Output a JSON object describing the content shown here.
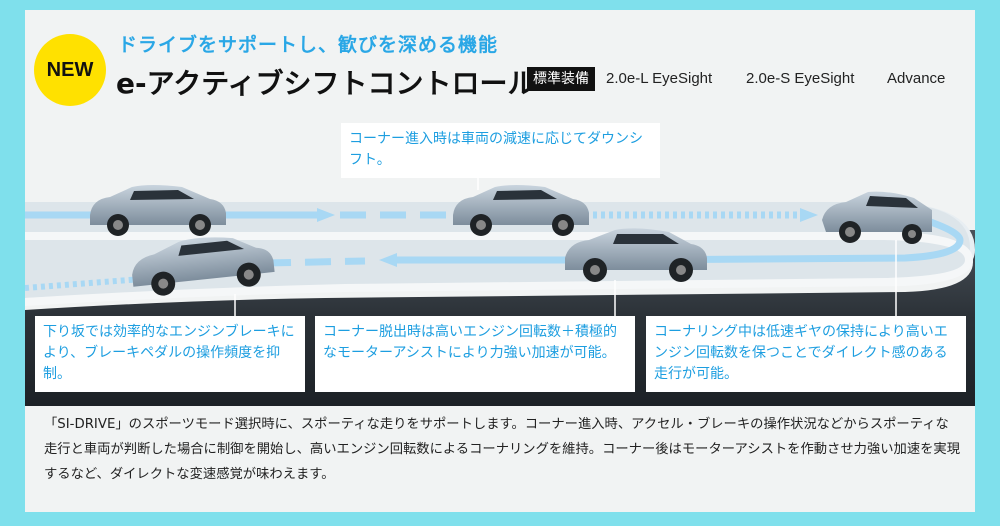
{
  "header": {
    "badge": "NEW",
    "subtitle": "ドライブをサポートし、歓びを深める機能",
    "title": "e-アクティブシフトコントロール",
    "standard_tag": "標準装備",
    "grades": [
      "2.0e-L EyeSight",
      "2.0e-S EyeSight",
      "Advance"
    ]
  },
  "callouts": {
    "corner_entry": "コーナー進入時は車両の減速に応じてダウンシフト。",
    "downhill": "下り坂では効率的なエンジンブレーキにより、ブレーキペダルの操作頻度を抑制。",
    "corner_exit": "コーナー脱出時は高いエンジン回転数＋積極的なモーターアシストにより力強い加速が可能。",
    "cornering": "コーナリング中は低速ギヤの保持により高いエンジン回転数を保つことでダイレクト感のある走行が可能。"
  },
  "description": "「SI-DRIVE」のスポーツモード選択時に、スポーティな走りをサポートします。コーナー進入時、アクセル・ブレーキの操作状況などからスポーティな走行と車両が判断した場合に制御を開始し、高いエンジン回転数によるコーナリングを維持。コーナー後はモーターアシストを作動させ力強い加速を実現するなど、ダイレクトな変速感覚が味わえます。",
  "colors": {
    "accent_blue": "#2aa7e6",
    "badge_yellow": "#ffe100",
    "road_dark": "#2b3137",
    "car_silver": "#9aa9b8"
  }
}
